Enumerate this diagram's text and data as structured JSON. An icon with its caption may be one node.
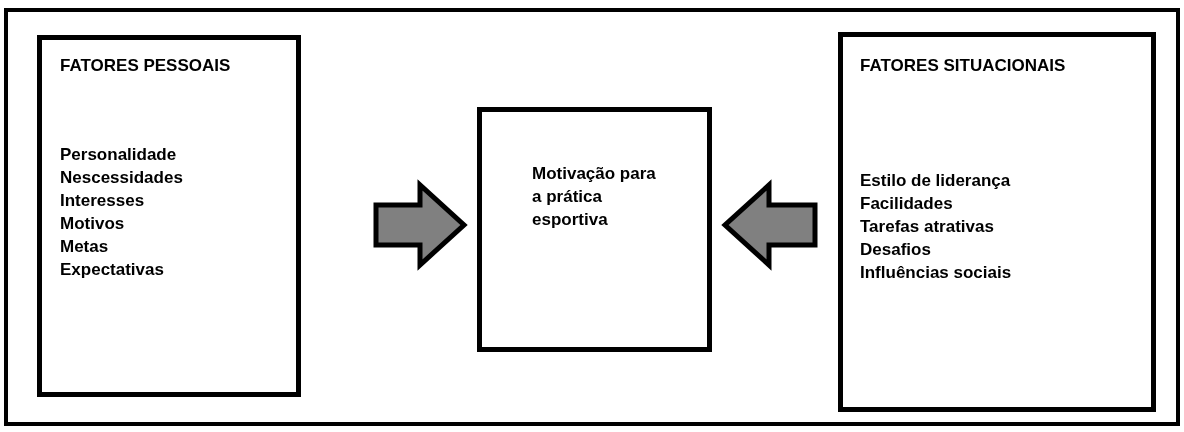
{
  "diagram": {
    "nodes": [
      {
        "text": [],
        "shape": "box"
      },
      {
        "text": [
          "FATORES PESSOAIS",
          "Personalidade",
          "Nescessidades",
          "Interesses",
          "Motivos",
          "Metas",
          "Expectativas"
        ],
        "in": 0
      },
      {
        "text": [
          "Motivação para a prática esportiva"
        ],
        "in": 0
      },
      {
        "text": [
          "FATORES SITUACIONAIS",
          "Estilo de liderança",
          "Facilidades",
          "Tarefas atrativas",
          "Desafios",
          "Influências sociais"
        ],
        "in": 0
      }
    ],
    "edges": [
      {
        "from": 1,
        "to": 2,
        "arrow": "to",
        "style": "thick"
      },
      {
        "from": 3,
        "to": 2,
        "arrow": "to",
        "style": "thick"
      }
    ]
  }
}
